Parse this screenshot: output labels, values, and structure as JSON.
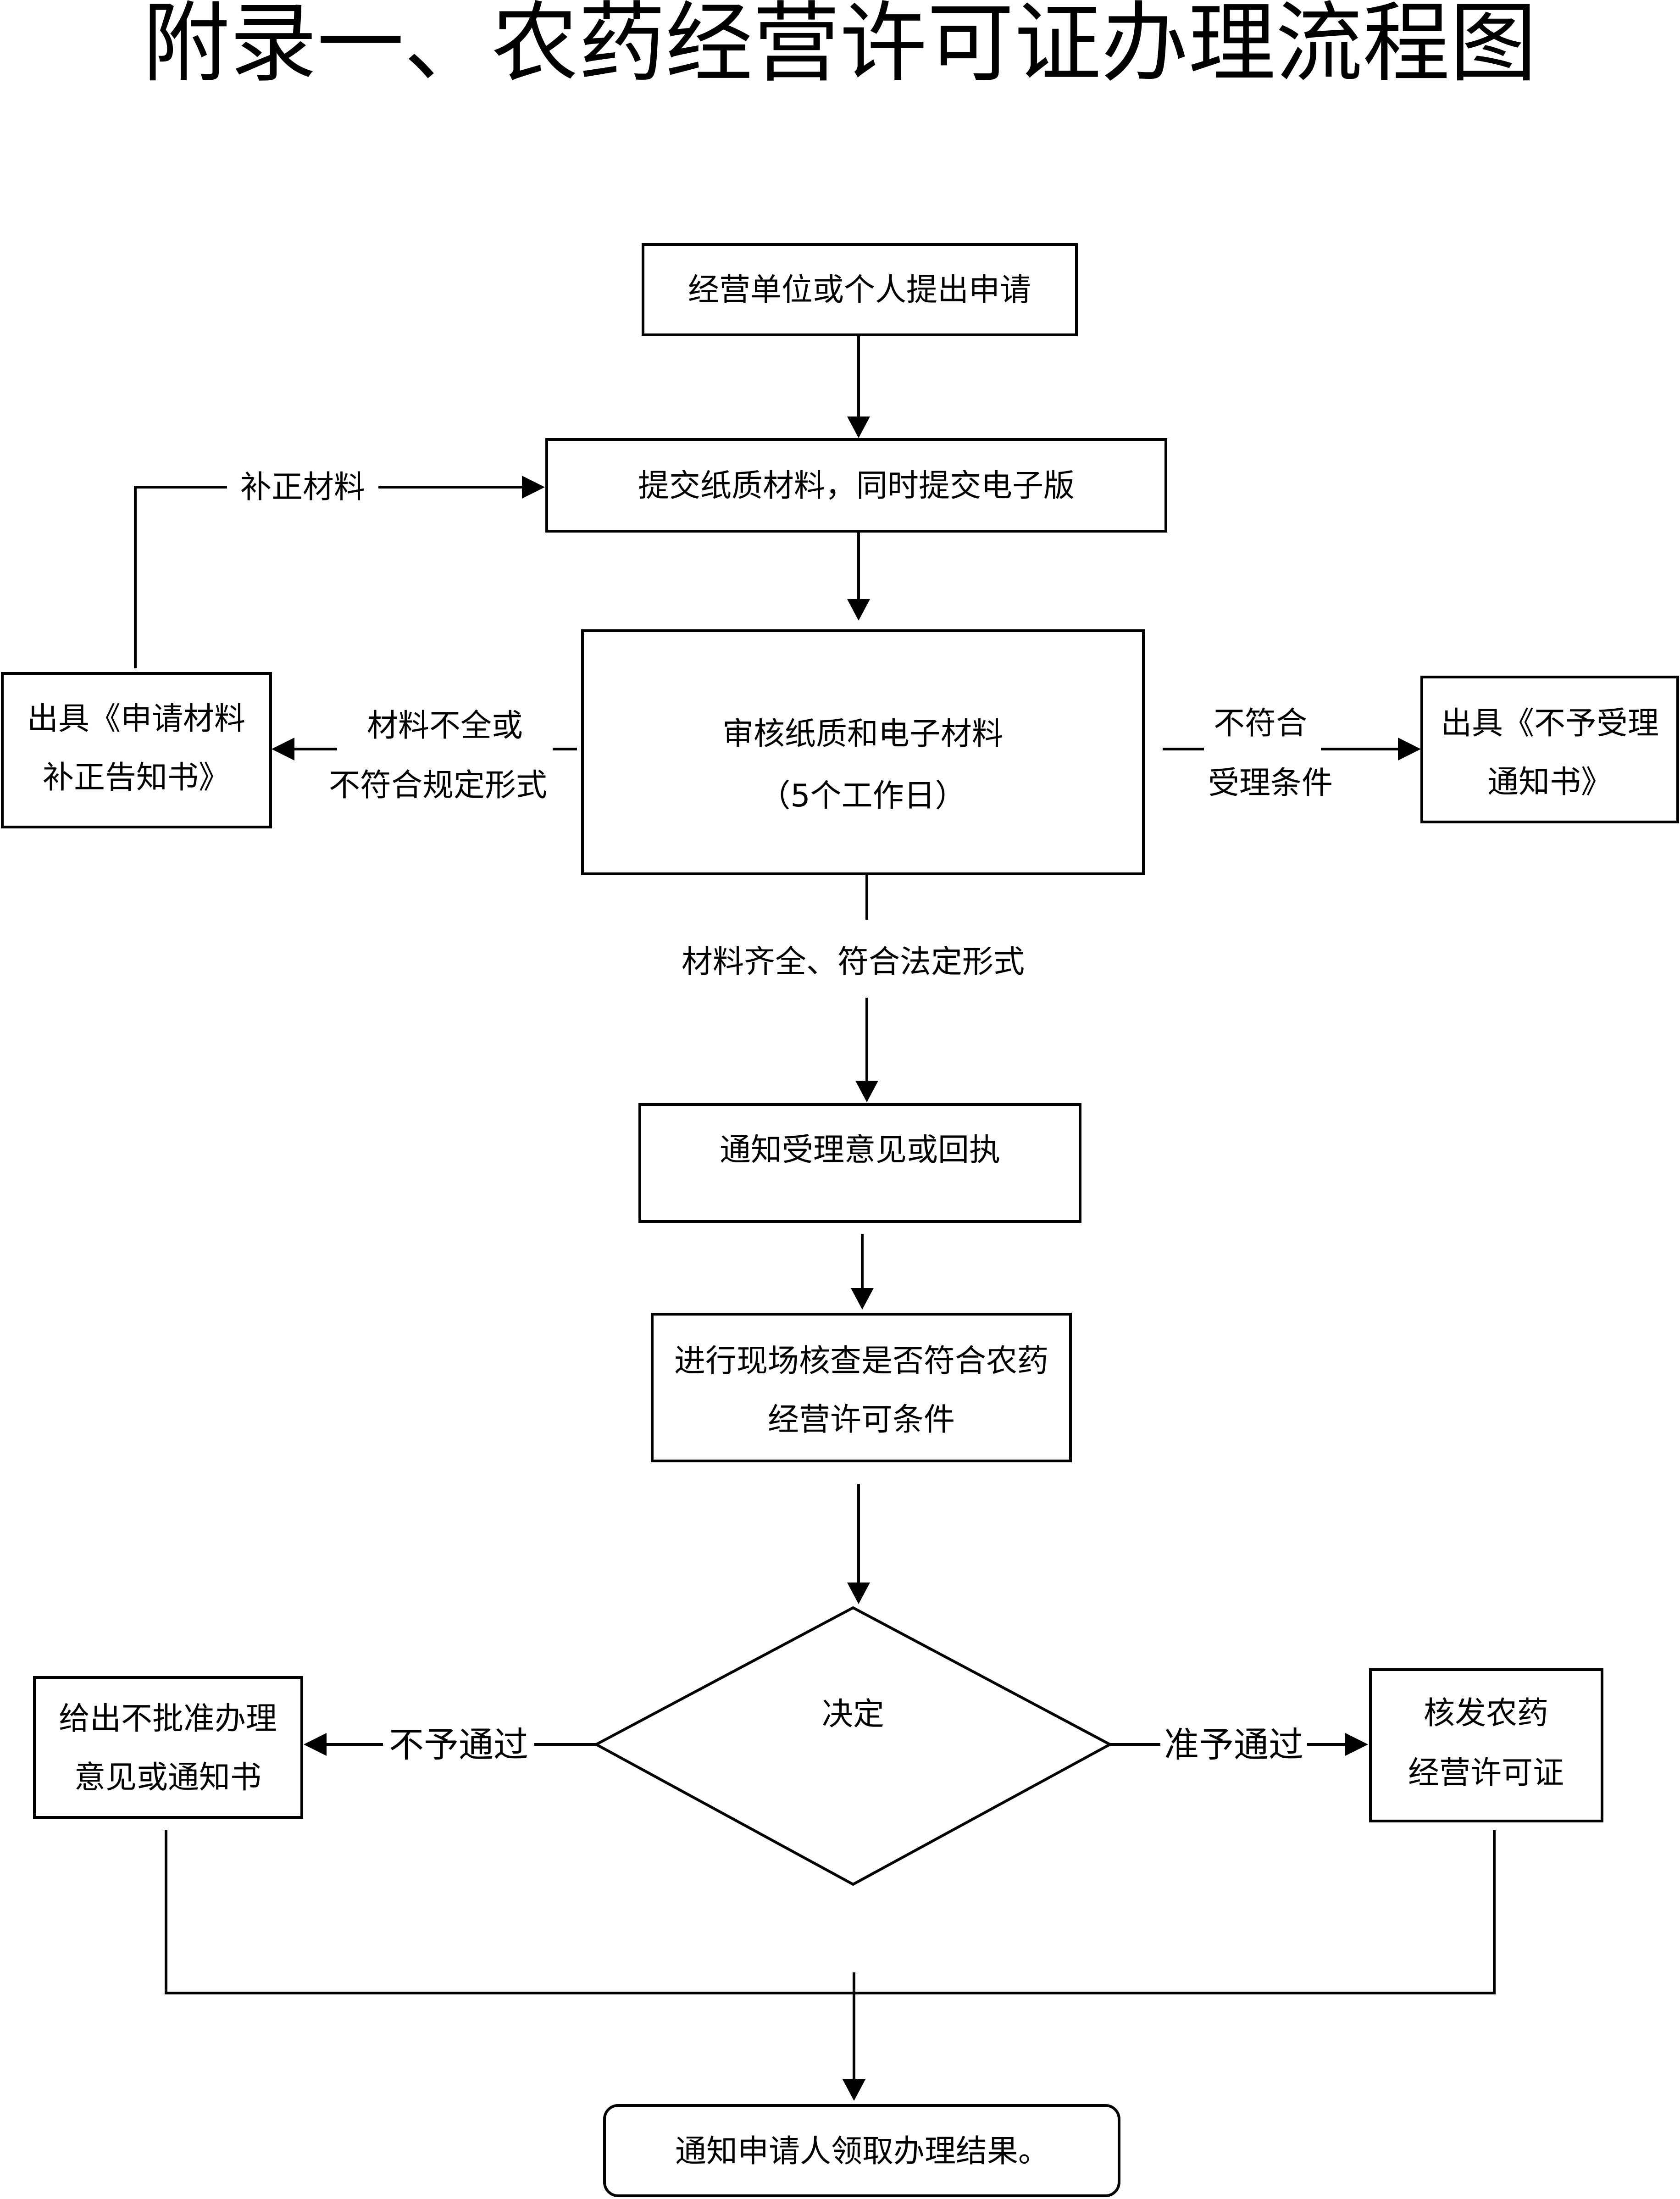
{
  "title": "附录一、农药经营许可证办理流程图",
  "nodes": {
    "apply": "经营单位或个人提出申请",
    "submit": "提交纸质材料，同时提交电子版",
    "review_line1": "审核纸质和电子材料",
    "review_line2": "（5个工作日）",
    "supplement_notice_line1": "出具《申请材料",
    "supplement_notice_line2": "补正告知书》",
    "reject_notice_line1": "出具《不予受理",
    "reject_notice_line2": "通知书》",
    "accept_notice": "通知受理意见或回执",
    "site_check_line1": "进行现场核查是否符合农药",
    "site_check_line2": "经营许可条件",
    "decision": "决定",
    "deny_line1": "给出不批准办理",
    "deny_line2": "意见或通知书",
    "issue_line1": "核发农药",
    "issue_line2": "经营许可证",
    "result": "通知申请人领取办理结果。"
  },
  "edges": {
    "supplement": "补正材料",
    "incomplete_line1": "材料不全或",
    "incomplete_line2": "不符合规定形式",
    "not_eligible_line1": "不符合",
    "not_eligible_line2": "受理条件",
    "complete": "材料齐全、符合法定形式",
    "deny": "不予通过",
    "approve": "准予通过"
  }
}
